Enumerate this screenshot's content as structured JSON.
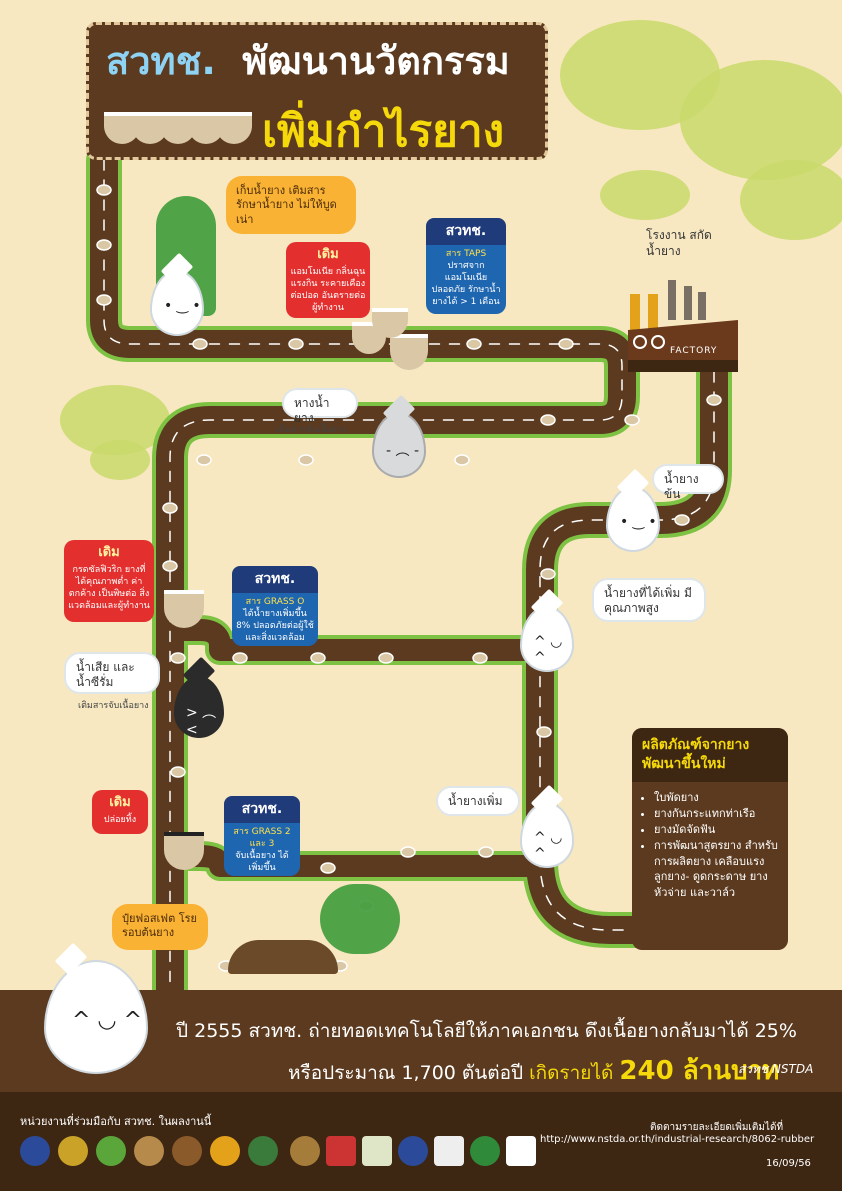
{
  "title": {
    "line1_a": "สวทช.",
    "line1_b": "พัฒนานวัตกรรม",
    "line2": "เพิ่มกำไรยาง"
  },
  "steps": {
    "collect_bubble": "เก็บน้ำยาง เติมสารรักษาน้ำยาง ไม่ให้บูดเน่า",
    "old1": {
      "head": "เดิม",
      "body": "แอมโมเนีย กลิ่นฉุนแรงกิน ระคายเคืองต่อปอด อันตรายต่อผู้ทำงาน"
    },
    "new1": {
      "head": "สวทช.",
      "body_a": "สาร TAPS",
      "body_b": "ปราศจากแอมโมเนีย ปลอดภัย รักษาน้ำยางได้ > 1 เดือน"
    },
    "factory_label": "โรงงาน สกัดน้ำยาง",
    "factory_sign": "FACTORY",
    "skim_cloud": "หางน้ำยาง",
    "skim_sub": "เติมสารจับเนื้อยาง",
    "concentrated_cloud": "น้ำยางข้น",
    "old2": {
      "head": "เดิม",
      "body": "กรดซัลฟิวริก ยางที่ได้คุณภาพต่ำ ค่าตกค้าง เป็นพิษต่อ สิ่งแวดล้อมและผู้ทำงาน"
    },
    "new2": {
      "head": "สวทช.",
      "body_a": "สาร GRASS O",
      "body_b": "ได้น้ำยางเพิ่มขึ้น 8% ปลอดภัยต่อผู้ใช้ และสิ่งแวดล้อม"
    },
    "quality_cloud": "น้ำยางที่ได้เพิ่ม มีคุณภาพสูง",
    "waste_cloud": "น้ำเสีย และน้ำซีรั่ม",
    "waste_sub": "เติมสารจับเนื้อยาง",
    "old3": {
      "head": "เดิม",
      "body": "ปล่อยทิ้ง"
    },
    "new3": {
      "head": "สวทช.",
      "body_a": "สาร GRASS 2 และ 3",
      "body_b": "จับเนื้อยาง ได้เพิ่มขึ้น"
    },
    "more_rubber_cloud": "น้ำยางเพิ่ม",
    "fertilizer_bubble": "ปุ๋ยฟอสเฟต โรยรอบต้นยาง"
  },
  "products": {
    "head": "ผลิตภัณฑ์จากยาง พัฒนาขึ้นใหม่",
    "items": [
      "ใบพัดยาง",
      "ยางกันกระแทกท่าเรือ",
      "ยางมัดจัดฟัน",
      "การพัฒนาสูตรยาง สำหรับการผลิตยาง เคลือบแรง ลูกยาง- ดูดกระดาษ ยางหัวจ่าย และวาล์ว"
    ]
  },
  "banner": {
    "line1": "ปี 2555 สวทช. ถ่ายทอดเทคโนโลยีให้ภาคเอกชน ดึงเนื้อยางกลับมาได้ 25%",
    "line2_a": "หรือประมาณ 1,700 ตันต่อปี",
    "line2_b": "เกิดรายได้",
    "line2_c": "240 ล้านบาท",
    "logo": "สวทช NSTDA"
  },
  "footer": {
    "partners_label": "หน่วยงานที่ร่วมมือกับ สวทช. ในผลงานนี้",
    "more_info": "ติดตามรายละเอียดเพิ่มเติมได้ที่",
    "url": "http://www.nstda.or.th/industrial-research/8062-rubber",
    "date": "16/09/56"
  },
  "colors": {
    "brown": "#5b3a1f",
    "dark_brown": "#3d2612",
    "yellow": "#f5d90a",
    "green_road": "#7dc242",
    "red": "#e3302f",
    "blue": "#1f66b0",
    "bg": "#f7e8c2"
  }
}
